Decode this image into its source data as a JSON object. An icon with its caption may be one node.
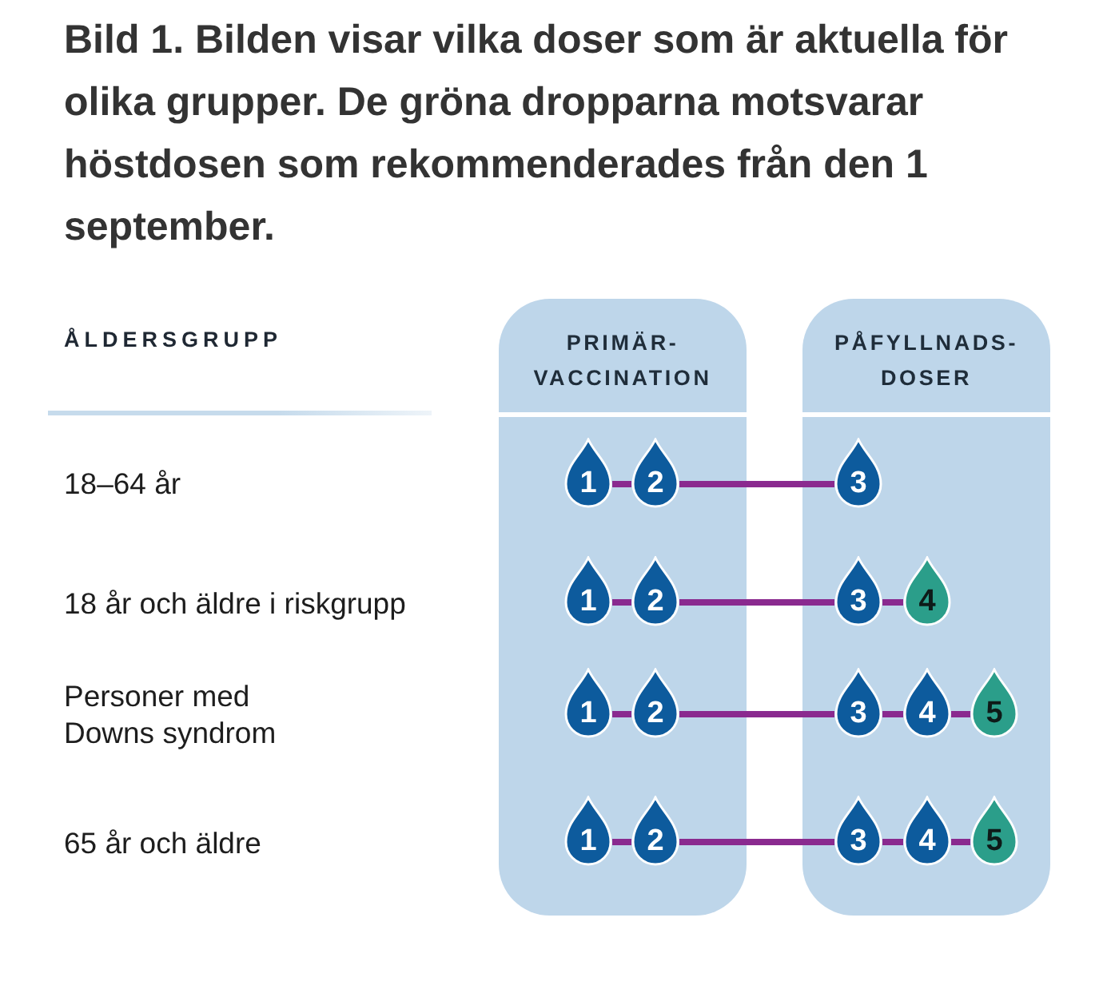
{
  "diagram": {
    "title": "Bild 1. Bilden visar vilka doser som är aktuella för olika grupper. De gröna dropparna motsvarar höstdosen som rekommenderades från den 1 september.",
    "nodes": [
      {
        "text": [
          "PRIMÄR- VACCINATION"
        ]
      },
      {
        "text": [
          "PÅFYLLNADS- DOSER"
        ]
      },
      {
        "text": [
          "1"
        ],
        "in": 0
      },
      {
        "text": [
          "2"
        ],
        "in": 0
      },
      {
        "text": [
          "3"
        ],
        "in": 1
      },
      {
        "text": [
          "1"
        ],
        "in": 0
      },
      {
        "text": [
          "2"
        ],
        "in": 0
      },
      {
        "text": [
          "3"
        ],
        "in": 1
      },
      {
        "text": [
          "4"
        ],
        "in": 1
      },
      {
        "text": [
          "1"
        ],
        "in": 0
      },
      {
        "text": [
          "2"
        ],
        "in": 0
      },
      {
        "text": [
          "3"
        ],
        "in": 1
      },
      {
        "text": [
          "4"
        ],
        "in": 1
      },
      {
        "text": [
          "5"
        ],
        "in": 1
      },
      {
        "text": [
          "1"
        ],
        "in": 0
      },
      {
        "text": [
          "2"
        ],
        "in": 0
      },
      {
        "text": [
          "3"
        ],
        "in": 1
      },
      {
        "text": [
          "4"
        ],
        "in": 1
      },
      {
        "text": [
          "5"
        ],
        "in": 1
      }
    ],
    "edges": [
      {
        "from": 2,
        "to": 3,
        "arrow": "none"
      },
      {
        "from": 3,
        "to": 4,
        "arrow": "none"
      },
      {
        "from": 5,
        "to": 6,
        "arrow": "none"
      },
      {
        "from": 6,
        "to": 7,
        "arrow": "none"
      },
      {
        "from": 7,
        "to": 8,
        "arrow": "none"
      },
      {
        "from": 9,
        "to": 10,
        "arrow": "none"
      },
      {
        "from": 10,
        "to": 11,
        "arrow": "none"
      },
      {
        "from": 11,
        "to": 12,
        "arrow": "none"
      },
      {
        "from": 12,
        "to": 13,
        "arrow": "none"
      },
      {
        "from": 14,
        "to": 15,
        "arrow": "none"
      },
      {
        "from": 15,
        "to": 16,
        "arrow": "none"
      },
      {
        "from": 16,
        "to": 17,
        "arrow": "none"
      },
      {
        "from": 17,
        "to": 18,
        "arrow": "none"
      }
    ],
    "labels": [
      "ÅLDERSGRUPP",
      "18–64 år",
      "18 år och äldre i riskgrupp",
      "Personer med Downs syndrom",
      "65 år och äldre"
    ]
  }
}
